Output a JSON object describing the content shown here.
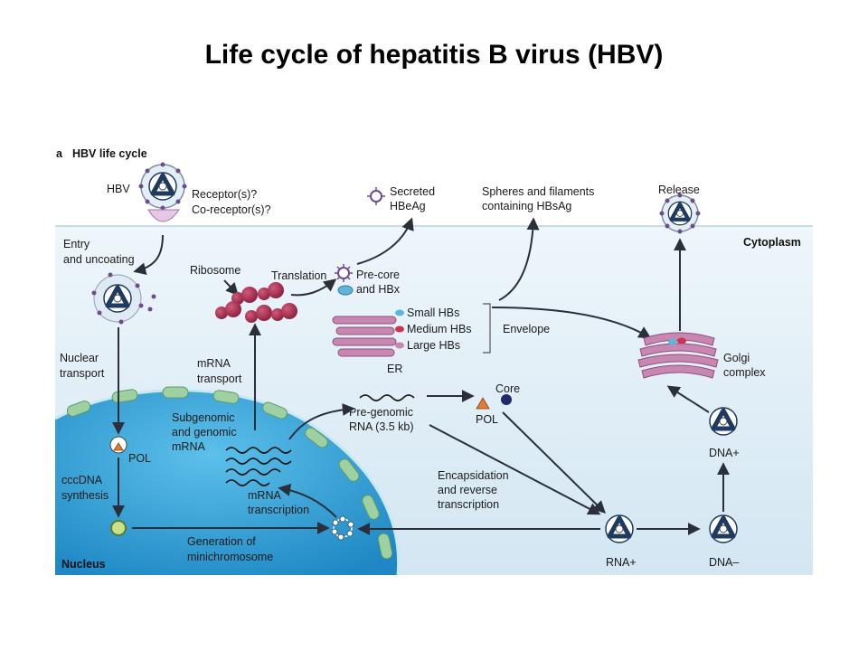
{
  "slide": {
    "title": "Life cycle of hepatitis B virus (HBV)"
  },
  "figure": {
    "panel_letter": "a",
    "panel_title": "HBV life cycle",
    "regions": {
      "cytoplasm": "Cytoplasm",
      "nucleus": "Nucleus"
    },
    "labels": {
      "hbv": "HBV",
      "receptor": "Receptor(s)?",
      "coreceptor": "Co-receptor(s)?",
      "entry_1": "Entry",
      "entry_2": "and uncoating",
      "nuclear_transport_1": "Nuclear",
      "nuclear_transport_2": "transport",
      "pol_nucleus": "POL",
      "cccdna_1": "cccDNA",
      "cccdna_2": "synthesis",
      "ribosome": "Ribosome",
      "translation": "Translation",
      "precore_1": "Pre-core",
      "precore_2": "and HBx",
      "secreted_1": "Secreted",
      "secreted_2": "HBeAg",
      "spheres_1": "Spheres and filaments",
      "spheres_2": "containing HBsAg",
      "small_hbs": "Small HBs",
      "medium_hbs": "Medium HBs",
      "large_hbs": "Large HBs",
      "envelope": "Envelope",
      "er": "ER",
      "release": "Release",
      "golgi_1": "Golgi",
      "golgi_2": "complex",
      "mrna_transport_1": "mRNA",
      "mrna_transport_2": "transport",
      "subgenomic_1": "Subgenomic",
      "subgenomic_2": "and genomic",
      "subgenomic_3": "mRNA",
      "pregenomic_1": "Pre-genomic",
      "pregenomic_2": "RNA (3.5 kb)",
      "core": "Core",
      "pol_cytoplasm": "POL",
      "mrna_transcription_1": "mRNA",
      "mrna_transcription_2": "transcription",
      "encapsidation_1": "Encapsidation",
      "encapsidation_2": "and reverse",
      "encapsidation_3": "transcription",
      "minichromosome_1": "Generation of",
      "minichromosome_2": "minichromosome",
      "dna_plus": "DNA+",
      "dna_minus": "DNA–",
      "rna_plus": "RNA+"
    }
  },
  "colors": {
    "cytoplasm_top": "#e9f3f9",
    "cytoplasm_bottom": "#d6e8f3",
    "nucleus": "#3aa3d6",
    "nuclear_pores": "#9fd0a2",
    "ribosome": "#a8304f",
    "er": "#c887b2",
    "arrow": "#2a2f3a",
    "capsid": "#1e3a5f",
    "pol": "#e07b39",
    "core_dot": "#1d2b6b"
  }
}
